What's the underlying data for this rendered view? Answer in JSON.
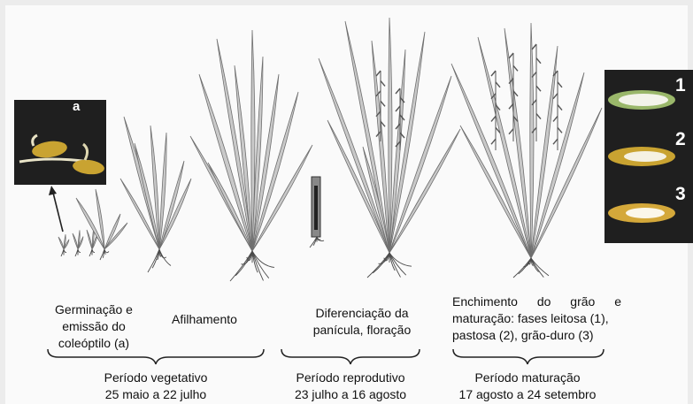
{
  "photo_a": {
    "label": "a"
  },
  "grain_photo": {
    "labels": [
      "1",
      "2",
      "3"
    ]
  },
  "stages": {
    "germination": [
      "Germinação e",
      "emissão do",
      "coleóptilo (a)"
    ],
    "tillering": "Afilhamento",
    "panicle": [
      "Diferenciação da",
      "panícula, floração"
    ],
    "filling": [
      "Enchimento do grão e",
      "maturação: fases leitosa (1),",
      "pastosa (2), grão-duro (3)"
    ]
  },
  "periods": {
    "vegetative": {
      "name": "Período vegetativo",
      "dates": "25 maio a 22 julho"
    },
    "reproductive": {
      "name": "Período reprodutivo",
      "dates": "23 julho a 16 agosto"
    },
    "maturation": {
      "name": "Período maturação",
      "dates": "17 agosto a 24 setembro"
    }
  },
  "colors": {
    "leaf": "#6f6f6f",
    "leaf_fill": "#c9c9c9",
    "root": "#4a4a4a",
    "grain_gold": "#c9a331",
    "grain_green": "#9ab76a",
    "photo_bg": "#1f1f1f"
  }
}
